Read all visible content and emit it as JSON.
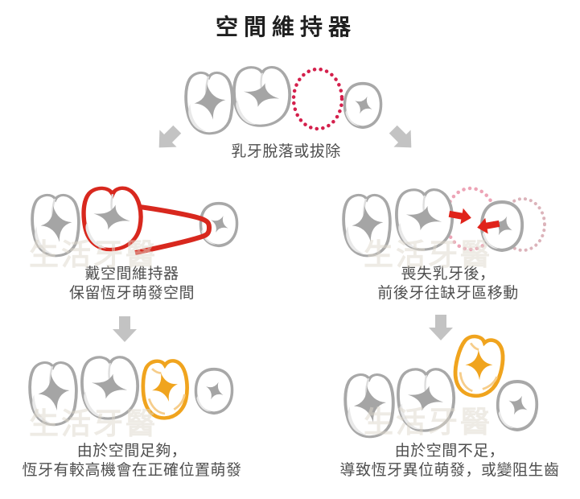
{
  "title": "空間維持器",
  "watermark": "生活牙醫",
  "flow": {
    "start_caption": "乳牙脫落或拔除",
    "left_branch": {
      "step1": {
        "line1": "戴空間維持器",
        "line2": "保留恆牙萌發空間"
      },
      "step2": {
        "line1": "由於空間足夠，",
        "line2": "恆牙有較高機會在正確位置萌發"
      }
    },
    "right_branch": {
      "step1": {
        "line1": "喪失乳牙後，",
        "line2": "前後牙往缺牙區移動"
      },
      "step2": {
        "line1": "由於空間不足，",
        "line2": "導致恆牙異位萌發，或變阻生齒"
      }
    }
  },
  "icons": {
    "branch_left": "down-left-arrow",
    "branch_right": "down-right-arrow",
    "step_left": "down-arrow",
    "step_right": "down-arrow",
    "missing_tooth": "dotted-oval",
    "drift": "two-red-arrows-facing",
    "maintainer": "red-band-and-loop",
    "erupted_tooth": "orange-outlined-tooth"
  },
  "colors": {
    "tooth_outline": "#a8a8a8",
    "fissure_gray": "#a5a5a5",
    "missing_dotted_red": "#d4204c",
    "ghost_dotted_pink": "#eda4b6",
    "ghost_dotted_light": "#dcb3ba",
    "maintainer_red": "#d8281e",
    "move_arrow_red": "#e0231a",
    "eruption_orange": "#f0a41e",
    "flow_arrow_gray": "#c3c3c3",
    "text_gray": "#4e4e4e",
    "watermark_gray": "#ded8cc"
  }
}
